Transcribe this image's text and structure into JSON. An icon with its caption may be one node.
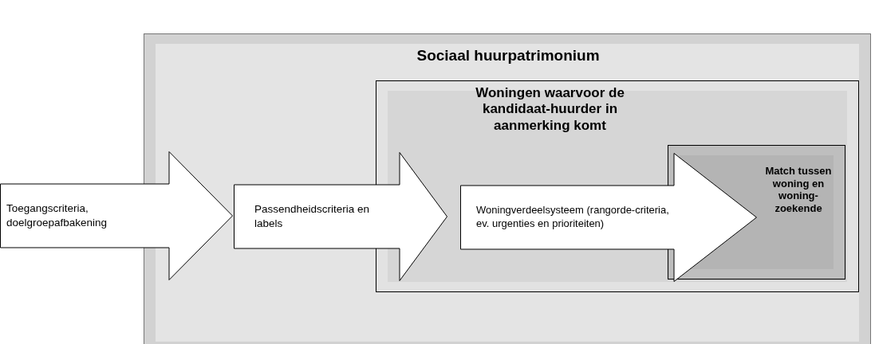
{
  "diagram": {
    "nodes": [
      {
        "text": [
          "Sociaal huurpatrimonium"
        ]
      },
      {
        "text": [
          "Toegangscriteria, doelgroepafbakening"
        ]
      },
      {
        "text": [
          "Passendheidscriteria en labels"
        ],
        "in": 0
      },
      {
        "text": [
          "Woningen waarvoor de kandidaat-huurder in aanmerking komt"
        ],
        "in": 0
      },
      {
        "text": [
          "Woningverdeelsysteem (rangorde-criteria, ev. urgenties en prioriteiten)"
        ],
        "in": 3
      },
      {
        "text": [
          "Match tussen woning en woning-zoekende"
        ],
        "in": 3
      }
    ]
  }
}
